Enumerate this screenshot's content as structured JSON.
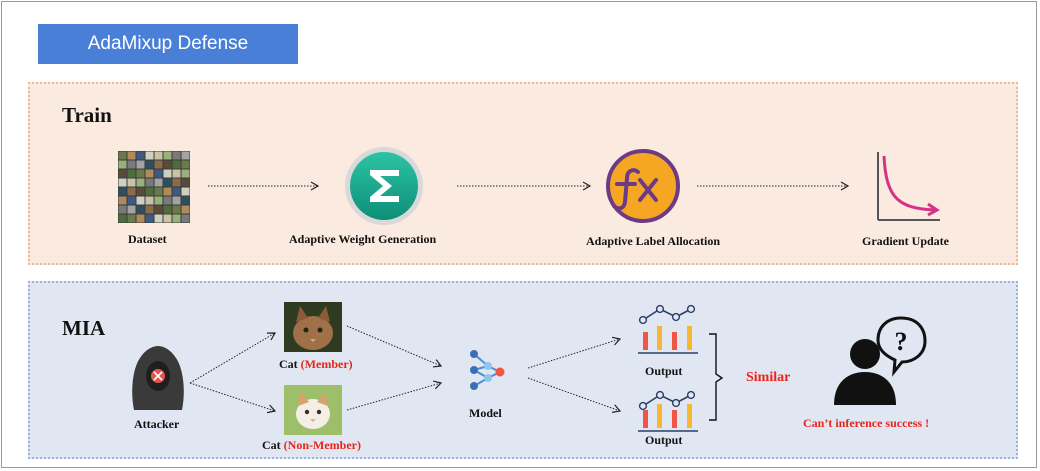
{
  "title": "AdaMixup Defense",
  "train": {
    "heading": "Train",
    "steps": [
      {
        "label": "Dataset",
        "icon": "image-grid-icon"
      },
      {
        "label": "Adaptive Weight Generation",
        "icon": "sigma-icon"
      },
      {
        "label": "Adaptive Label Allocation",
        "icon": "function-fx-icon"
      },
      {
        "label": "Gradient Update",
        "icon": "loss-curve-icon"
      }
    ]
  },
  "mia": {
    "heading": "MIA",
    "attacker_label": "Attacker",
    "member": {
      "prefix": "Cat ",
      "tag": "(Member)"
    },
    "non_member": {
      "prefix": "Cat ",
      "tag": "(Non-Member)"
    },
    "model_label": "Model",
    "output_label_1": "Output",
    "output_label_2": "Output",
    "similar_label": "Similar",
    "result_label": "Can’t inference success !"
  },
  "colors": {
    "title_bg": "#4a7fd8",
    "train_bg": "#fbeadf",
    "mia_bg": "#e1e6f3",
    "sigma_green": "#1aa88e",
    "fx_orange": "#f5a623",
    "fx_purple": "#6d3a86",
    "curve_magenta": "#d63384",
    "bar_red": "#f05545",
    "bar_yellow": "#f7b731",
    "highlight_red": "#e8251b"
  }
}
